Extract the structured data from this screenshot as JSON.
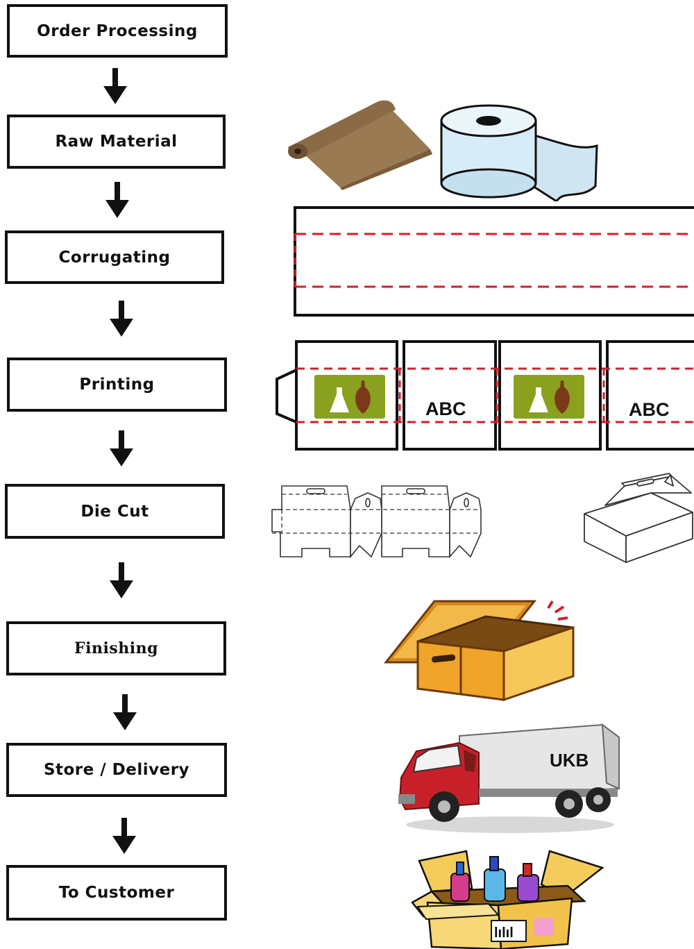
{
  "steps": [
    {
      "label": "Order Processing"
    },
    {
      "label": "Raw Material"
    },
    {
      "label": "Corrugating"
    },
    {
      "label": "Printing"
    },
    {
      "label": "Die Cut"
    },
    {
      "label": "Finishing"
    },
    {
      "label": "Store / Delivery"
    },
    {
      "label": "To Customer"
    }
  ],
  "printing_panel_text": "ABC",
  "truck_text": "UKB",
  "customer_box_text": "lılıl",
  "colors": {
    "kraft_paper": "#8b6b45",
    "tissue_roll": "#cfe6f2",
    "dashed_crease": "#d21f2a",
    "label_green": "#8aa11f",
    "box_orange": "#f0a42a",
    "truck_red": "#c8202a"
  },
  "icons": [
    "kraft-paper-roll-icon",
    "tissue-roll-icon",
    "corrugated-sheet-icon",
    "printed-blank-icon",
    "die-cut-template-icon",
    "carry-box-icon",
    "open-carton-icon",
    "delivery-truck-icon",
    "product-box-icon"
  ]
}
